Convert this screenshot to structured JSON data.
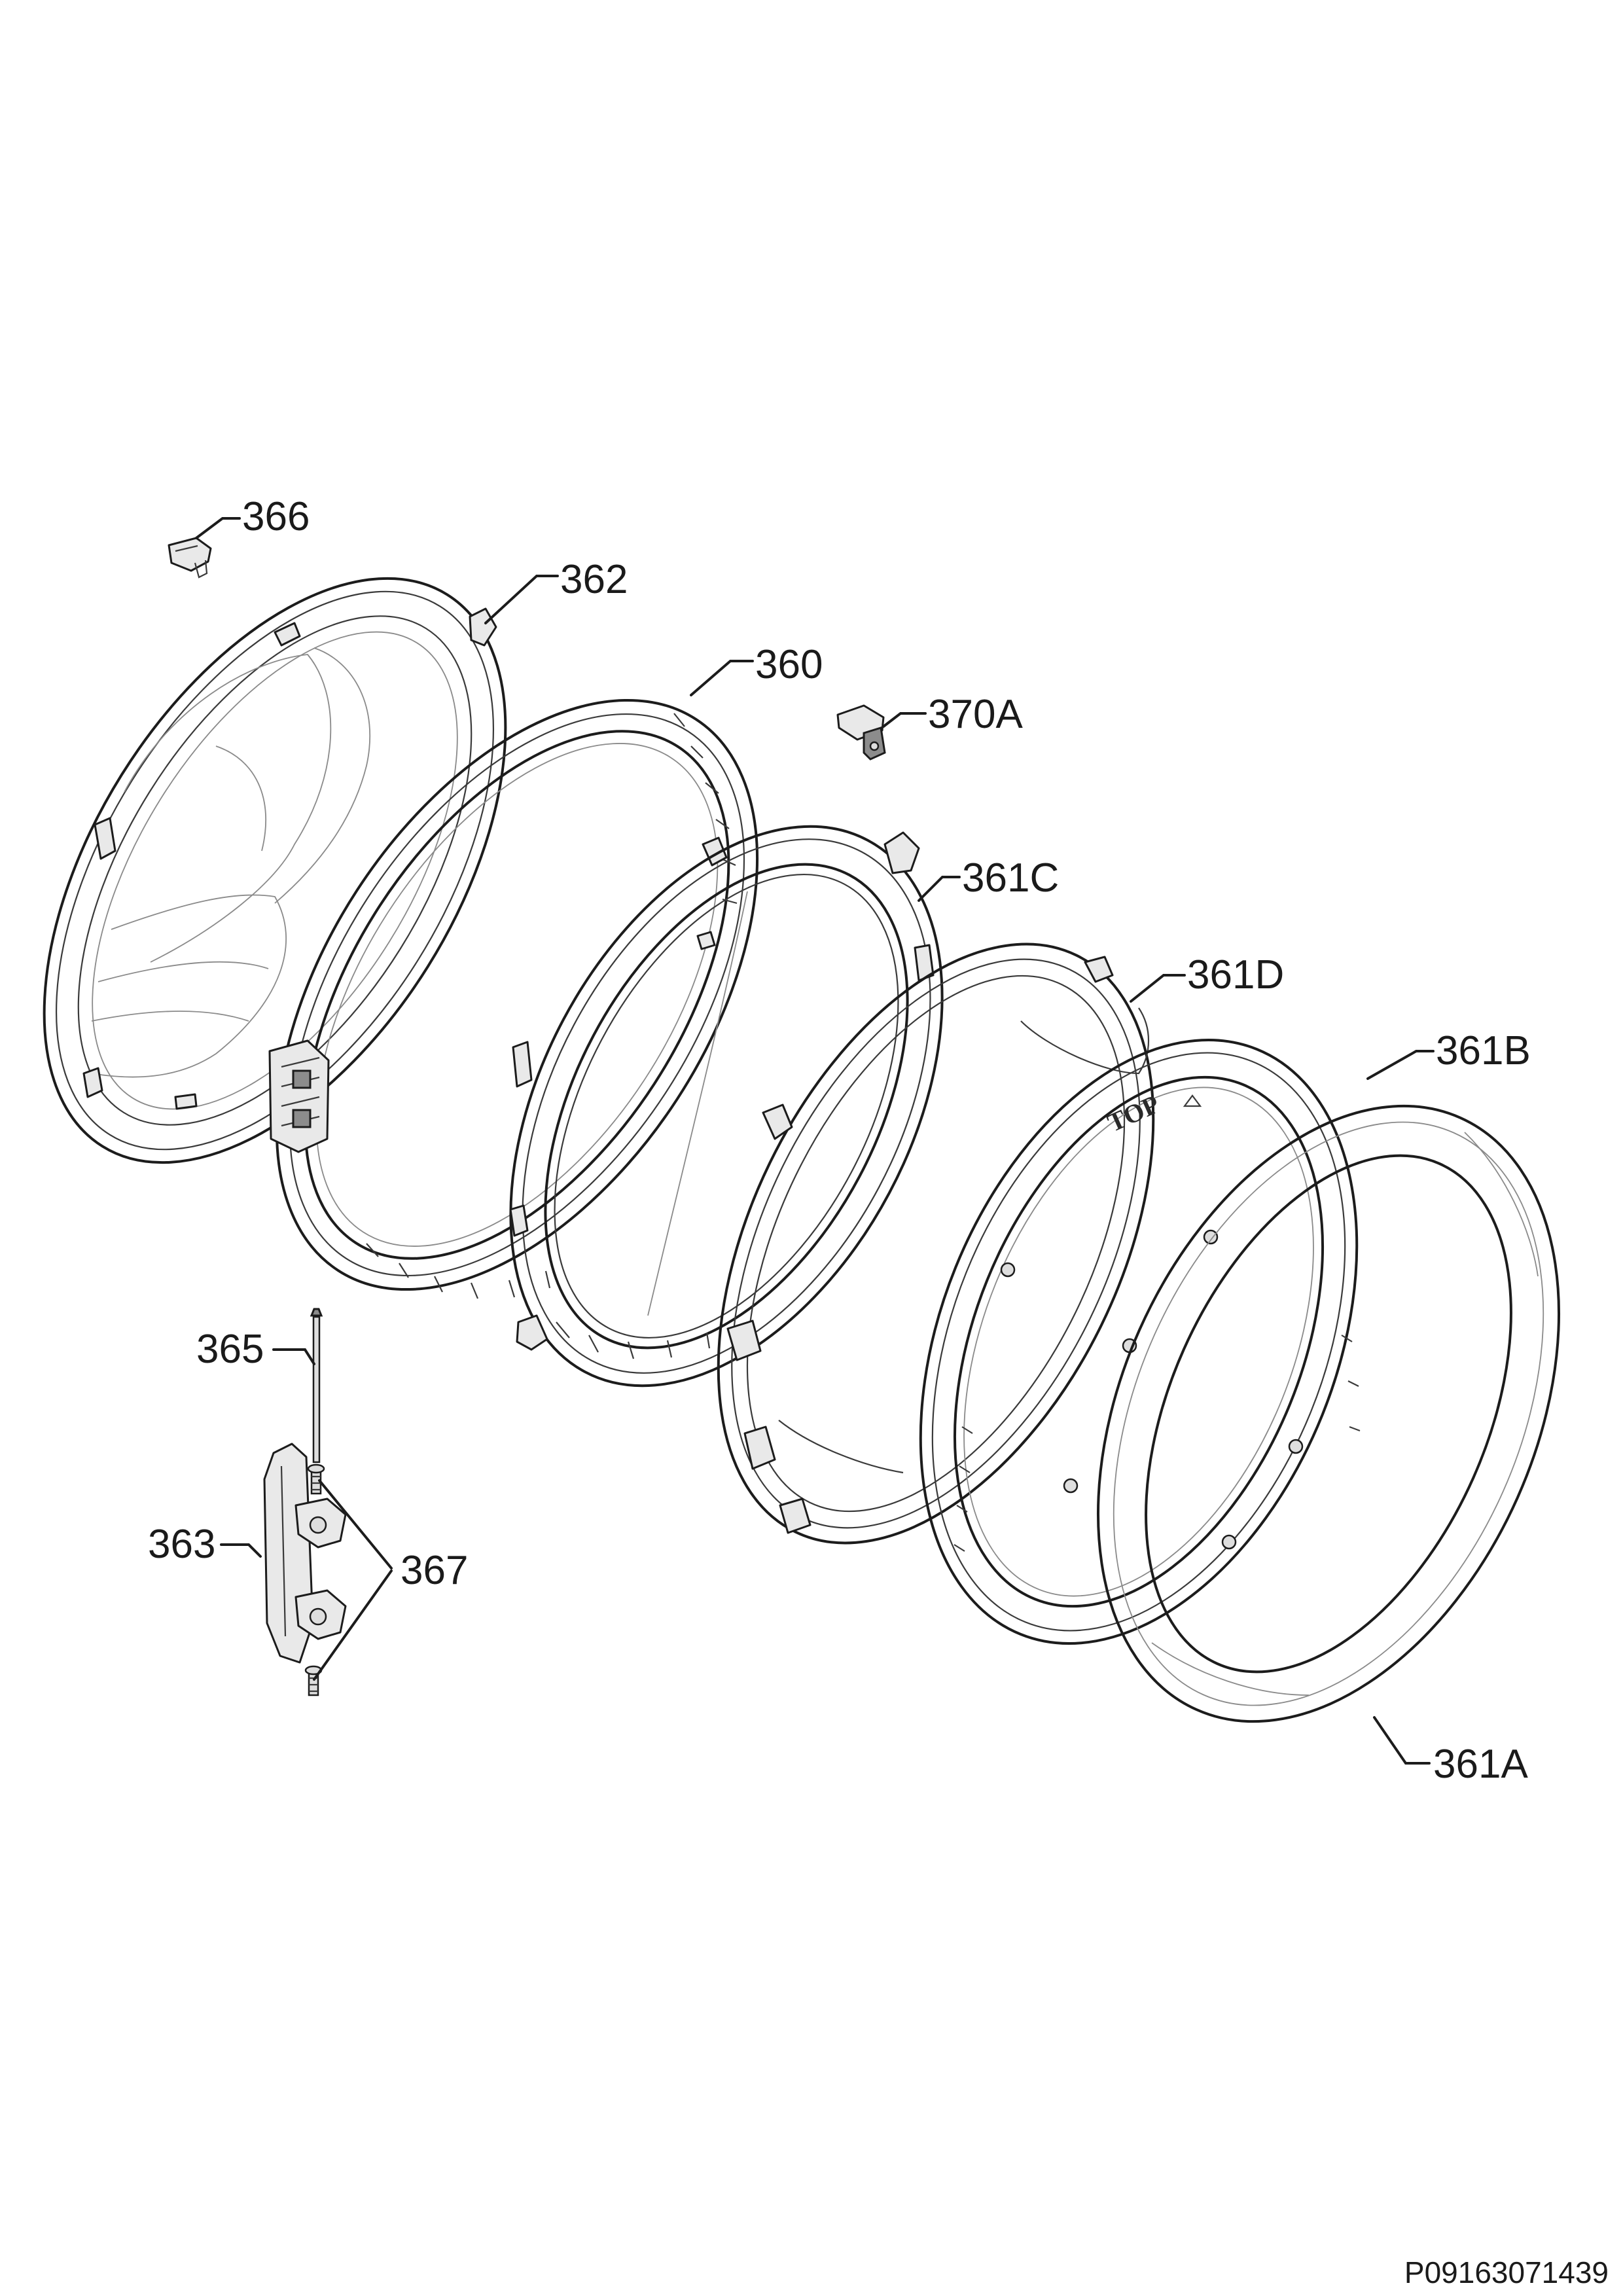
{
  "drawing": {
    "document_id": "P09163071439",
    "embossed_mark": "TOP",
    "labels": [
      {
        "id": "366",
        "text": "366"
      },
      {
        "id": "362",
        "text": "362"
      },
      {
        "id": "360",
        "text": "360"
      },
      {
        "id": "370a",
        "text": "370A"
      },
      {
        "id": "361c",
        "text": "361C"
      },
      {
        "id": "361d",
        "text": "361D"
      },
      {
        "id": "361b",
        "text": "361B"
      },
      {
        "id": "365",
        "text": "365"
      },
      {
        "id": "363",
        "text": "363"
      },
      {
        "id": "367",
        "text": "367"
      },
      {
        "id": "361a",
        "text": "361A"
      }
    ]
  }
}
